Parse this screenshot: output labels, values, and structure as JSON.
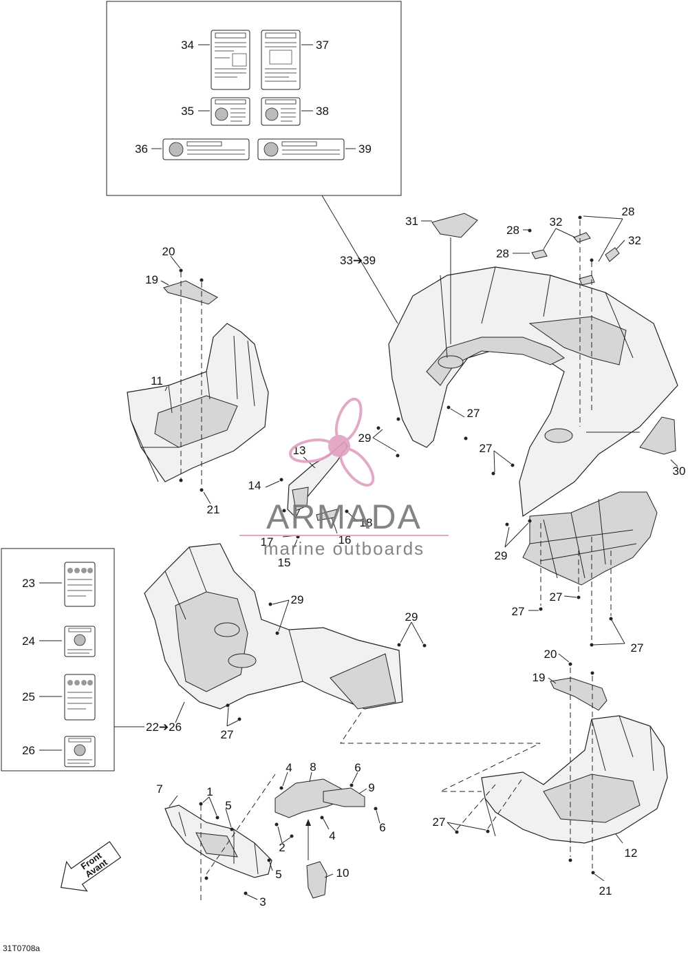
{
  "diagram_code": "31T0708a",
  "watermark": {
    "brand": "ARMADA",
    "tagline": "marine outboards"
  },
  "direction_arrow": {
    "line1": "Front",
    "line2": "Avant"
  },
  "group_labels": {
    "rear_decals": "33➔39",
    "front_decals": "22➔26"
  },
  "callouts": {
    "c1": "1",
    "c2": "2",
    "c3": "3",
    "c4a": "4",
    "c4b": "4",
    "c5a": "5",
    "c5b": "5",
    "c6a": "6",
    "c6b": "6",
    "c7": "7",
    "c8": "8",
    "c9": "9",
    "c10": "10",
    "c11": "11",
    "c12": "12",
    "c13": "13",
    "c14": "14",
    "c15": "15",
    "c16": "16",
    "c17": "17",
    "c18": "18",
    "c19a": "19",
    "c19b": "19",
    "c20a": "20",
    "c20b": "20",
    "c21a": "21",
    "c21b": "21",
    "c23": "23",
    "c24": "24",
    "c25": "25",
    "c26": "26",
    "c27a": "27",
    "c27b": "27",
    "c27c": "27",
    "c27d": "27",
    "c27e": "27",
    "c27f": "27",
    "c27g": "27",
    "c28a": "28",
    "c28b": "28",
    "c28c": "28",
    "c29a": "29",
    "c29b": "29",
    "c29c": "29",
    "c29d": "29",
    "c30": "30",
    "c31": "31",
    "c32a": "32",
    "c32b": "32",
    "c34": "34",
    "c35": "35",
    "c36": "36",
    "c37": "37",
    "c38": "38",
    "c39": "39"
  },
  "colors": {
    "ink": "#222222",
    "watermark_pink": "#e0a0c0",
    "watermark_grey": "#777777"
  }
}
